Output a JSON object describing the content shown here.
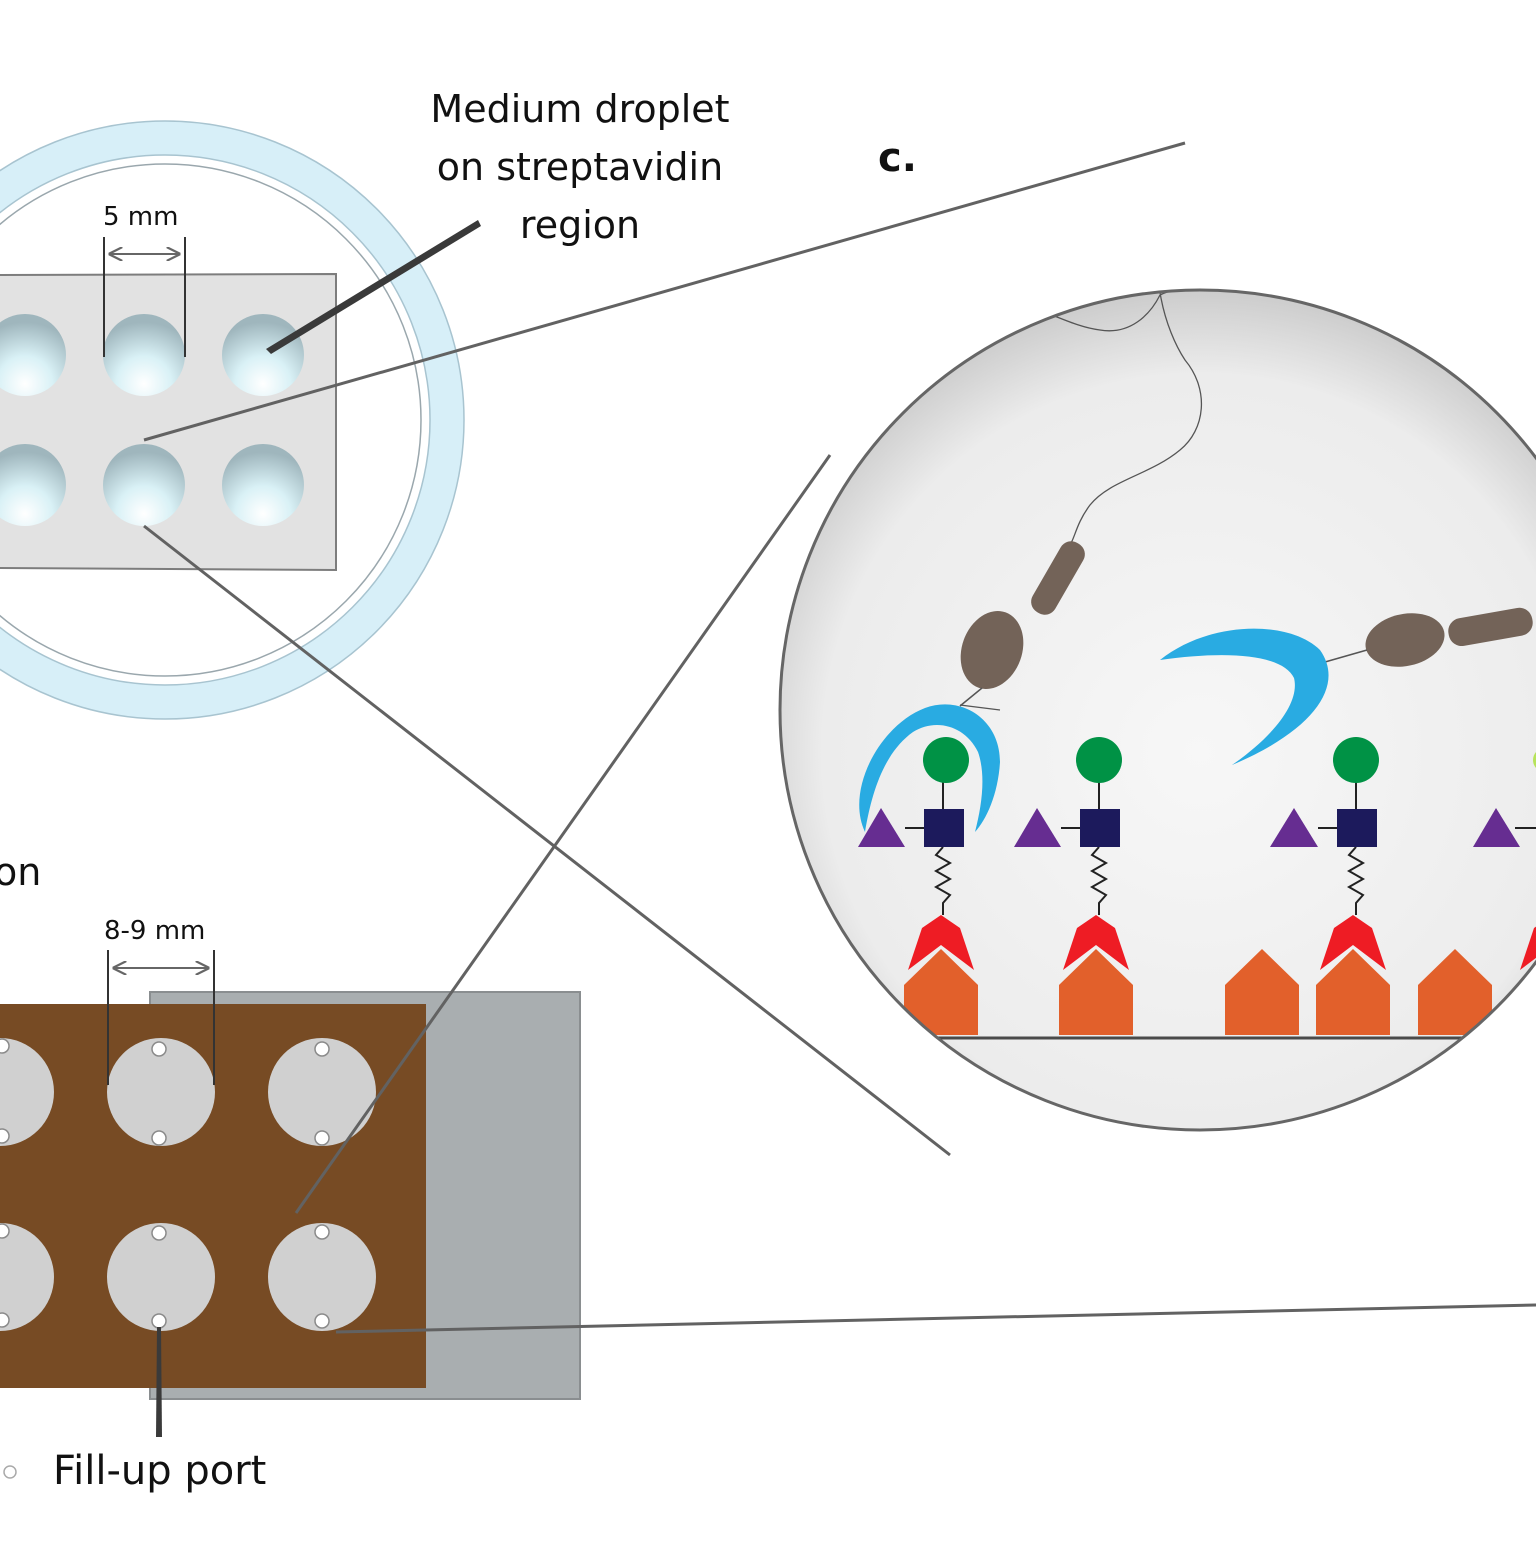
{
  "figure": {
    "panel_label": "c.",
    "droplet_callout": {
      "line1": "Medium droplet",
      "line2": "on streptavidin",
      "line3": "region"
    },
    "spacing_top": "5 mm",
    "spacing_bottom": "8-9 mm",
    "cut_label_fragment": "on",
    "port_legend": "Fill-up port"
  },
  "colors": {
    "petri_ring": "#d6eef7",
    "slide_grey": "#dedede",
    "chamber_brown": "#774b24",
    "chamber_base": "#a9aeb0",
    "well_grey": "#d0d0d0",
    "bacterium": "#736358",
    "lectin_blue": "#29abe2",
    "streptavidin_orange": "#e2602b",
    "biotin_red": "#ee1c24",
    "galactose_green": "#009245",
    "glcnac_navy": "#1c1a5c",
    "fucose_purple": "#662d91",
    "outline": "#555555"
  },
  "icons": [
    "petri-dish",
    "well",
    "fill-up-port",
    "bacterium",
    "lectin",
    "streptavidin",
    "biotin",
    "glycan"
  ]
}
